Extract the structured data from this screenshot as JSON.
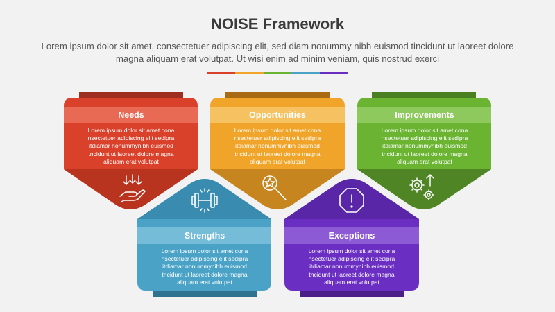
{
  "header": {
    "title": "NOISE Framework",
    "subtitle": "Lorem ipsum dolor sit amet, consectetuer adipiscing elit, sed diam nonummy nibh euismod tincidunt ut laoreet dolore magna aliquam erat volutpat. Ut wisi enim ad minim veniam, quis nostrud exerci",
    "underline_colors": [
      "#d9412b",
      "#f0a52a",
      "#6ab432",
      "#4aa3c7",
      "#6a2fc2"
    ]
  },
  "cards": {
    "needs": {
      "label": "Needs",
      "text": "Lorem ipsum dolor sit amet cona\nnsectetuer adipiscing elit sedipra\nitdiamar nonummynibh euismod\ntncidunt ut laoreet dolore magna\naliquam erat volutpat",
      "icon": "hand-arrows-down-icon",
      "color": "#d9412b"
    },
    "opportunities": {
      "label": "Opportunities",
      "text": "Lorem ipsum dolor sit amet cona\nnsectetuer adipiscing elit sedipra\nitdiamar nonummynibh euismod\ntncidunt ut laoreet dolore magna\naliquam erat volutpat",
      "icon": "magnifier-star-icon",
      "color": "#f0a52a"
    },
    "improvements": {
      "label": "Improvements",
      "text": "Lorem ipsum dolor sit amet cona\nnsectetuer adipiscing elit sedipra\nitdiamar nonummynibh euismod\ntncidunt ut laoreet dolore magna\naliquam erat volutpat",
      "icon": "gears-arrow-up-icon",
      "color": "#6ab432"
    },
    "strengths": {
      "label": "Strengths",
      "text": "Lorem ipsum dolor sit amet cona\nnsectetuer adipiscing elit sedipra\nitdiamar nonummynibh euismod\ntncidunt ut laoreet dolore magna\naliquam erat volutpat",
      "icon": "dumbbell-icon",
      "color": "#4aa3c7"
    },
    "exceptions": {
      "label": "Exceptions",
      "text": "Lorem ipsum dolor sit amet cona\nnsectetuer adipiscing elit sedipra\nitdiamar nonummynibh euismod\ntncidunt ut laoreet dolore magna\naliquam erat volutpat",
      "icon": "warning-hexagon-icon",
      "color": "#6a2fc2"
    }
  }
}
